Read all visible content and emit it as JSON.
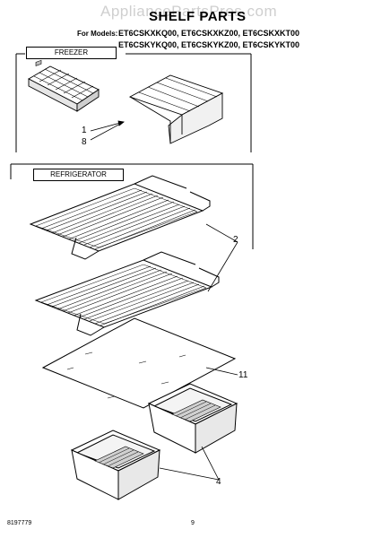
{
  "watermark": "AppliancePartsPros.com",
  "header": {
    "title": "SHELF PARTS",
    "models_label": "For Models:",
    "models_line1": "ET6CSKXKQ00, ET6CSKXKZ00, ET6CSKXKT00",
    "models_line2": "ET6CSKYKQ00, ET6CSKYKZ00, ET6CSKYKT00"
  },
  "sections": {
    "freezer": "FREEZER",
    "refrigerator": "REFRIGERATOR"
  },
  "callouts": {
    "ice_tray": "1",
    "freezer_shelf": "8",
    "wire_shelves": "2",
    "glass_shelf": "11",
    "crispers": "4"
  },
  "footer": {
    "doc_number": "8197779",
    "page_number": "9"
  }
}
